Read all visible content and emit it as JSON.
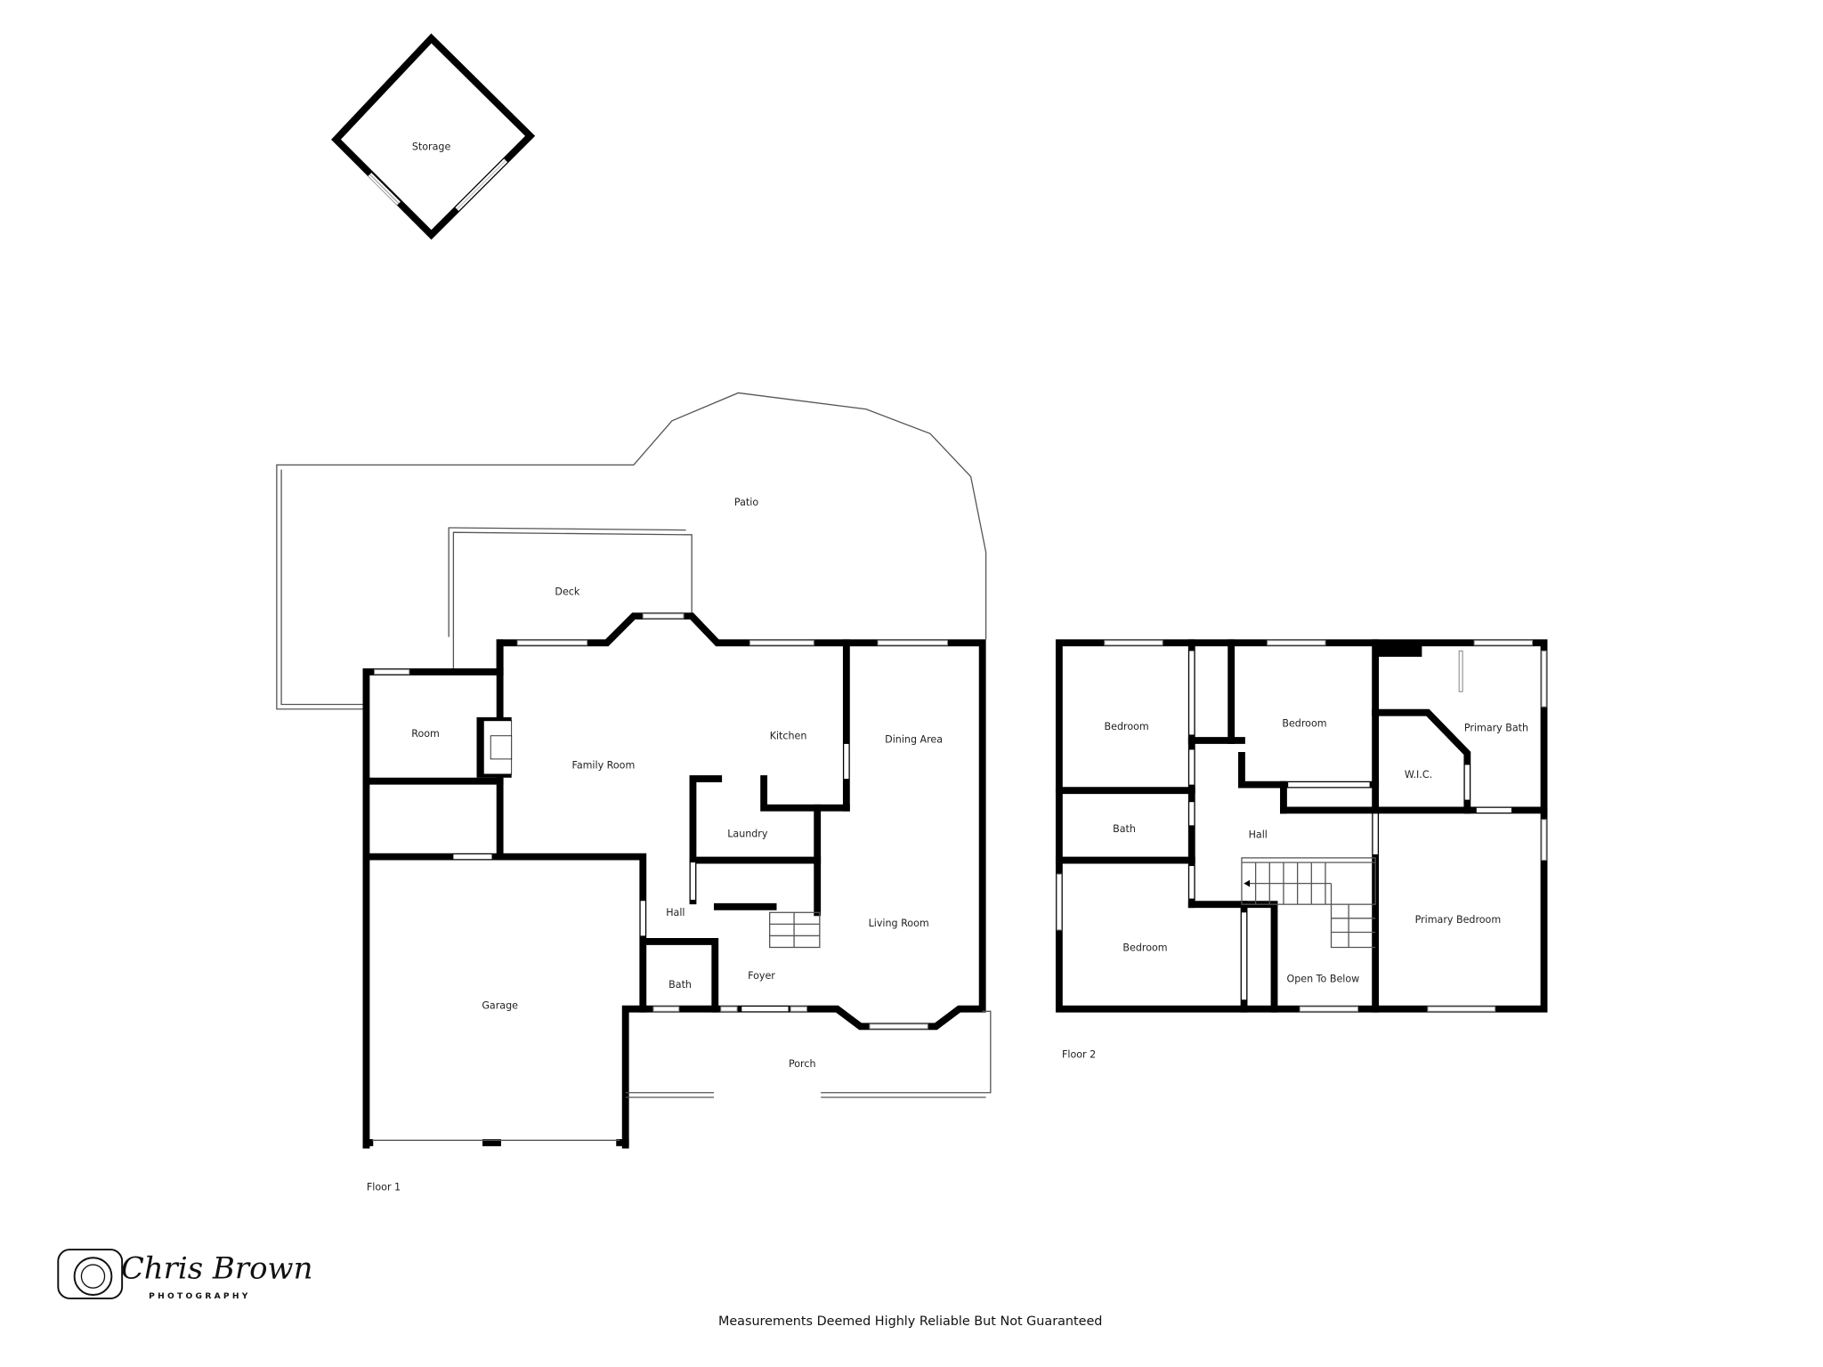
{
  "storage": {
    "label": "Storage"
  },
  "floor1": {
    "title": "Floor 1",
    "rooms": {
      "patio": "Patio",
      "deck": "Deck",
      "room": "Room",
      "family_room": "Family Room",
      "kitchen": "Kitchen",
      "dining_area": "Dining Area",
      "laundry": "Laundry",
      "hall": "Hall",
      "living_room": "Living Room",
      "foyer": "Foyer",
      "bath": "Bath",
      "garage": "Garage",
      "porch": "Porch"
    }
  },
  "floor2": {
    "title": "Floor 2",
    "rooms": {
      "bedroom_nw": "Bedroom",
      "bedroom_n": "Bedroom",
      "primary_bath": "Primary Bath",
      "wic": "W.I.C.",
      "bath": "Bath",
      "hall": "Hall",
      "bedroom_sw": "Bedroom",
      "primary_bedroom": "Primary Bedroom",
      "open_to_below": "Open To Below"
    }
  },
  "logo": {
    "name": "Chris Brown",
    "sub": "PHOTOGRAPHY"
  },
  "footer": {
    "disclaimer": "Measurements Deemed Highly Reliable But Not Guaranteed"
  }
}
